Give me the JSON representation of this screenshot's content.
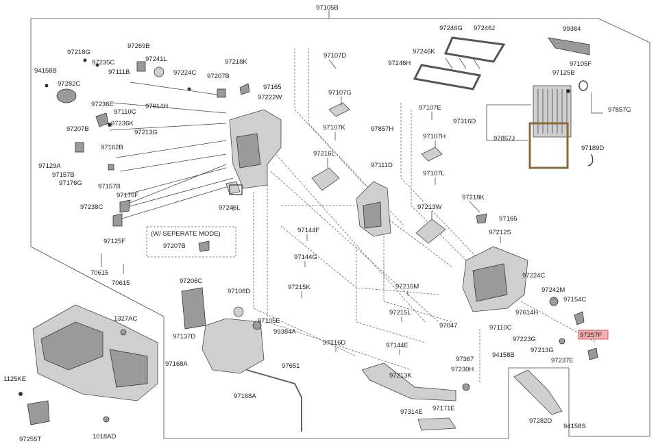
{
  "labels": {
    "l97105B": "97105B",
    "l97218G": "97218G",
    "l97269B": "97269B",
    "l97235C": "97235C",
    "l97241L": "97241L",
    "l94158B_a": "94158B",
    "l97111B": "97111B",
    "l97282C": "97282C",
    "l97224C_a": "97224C",
    "l97207B_a": "97207B",
    "l97218K_a": "97218K",
    "l97165_a": "97165",
    "l97222W": "97222W",
    "l97236E": "97236E",
    "l97110C_a": "97110C",
    "l97614H_a": "97614H",
    "l97236K": "97236K",
    "l97207B_b": "97207B",
    "l97213G_a": "97213G",
    "l97162B": "97162B",
    "l97129A": "97129A",
    "l97157B_a": "97157B",
    "l97176G": "97176G",
    "l97157B_b": "97157B",
    "l97176F": "97176F",
    "l97238C": "97238C",
    "l97125F": "97125F",
    "l97246L": "97246L",
    "l97107D": "97107D",
    "l97107G": "97107G",
    "l97107K": "97107K",
    "l97857H": "97857H",
    "l97216L": "97216L",
    "l97111D": "97111D",
    "l97107E": "97107E",
    "l97107H": "97107H",
    "l97107L": "97107L",
    "l97213W": "97213W",
    "l97246G": "97246G",
    "l97246J": "97246J",
    "l97246K": "97246K",
    "l97246H": "97246H",
    "l99384": "99384",
    "l97105F": "97105F",
    "l97125B": "97125B",
    "l97316D": "97316D",
    "l97857G": "97857G",
    "l97857J": "97857J",
    "l97189D": "97189D",
    "l97218K_b": "97218K",
    "l97165_b": "97165",
    "l97212S": "97212S",
    "l97144F": "97144F",
    "l97144G": "97144G",
    "l97215K": "97215K",
    "l97224C_b": "97224C",
    "l97242M": "97242M",
    "l97154C": "97154C",
    "l97216M": "97216M",
    "l97215L": "97215L",
    "l97614H_b": "97614H",
    "l97047": "97047",
    "l97110C_b": "97110C",
    "l97223G": "97223G",
    "l97257F": "97257F",
    "l94158B_b": "94158B",
    "l97213G_b": "97213G",
    "l97237E": "97237E",
    "l97144E": "97144E",
    "l97216D": "97216D",
    "l97367": "97367",
    "l97230H": "97230H",
    "l97206C": "97206C",
    "l97108D": "97108D",
    "l97105E": "97105E",
    "l99384A": "99384A",
    "l97137D": "97137D",
    "l97168A_a": "97168A",
    "l97651": "97651",
    "l97168A_b": "97168A",
    "l97213K": "97213K",
    "l97314E": "97314E",
    "l97171E": "97171E",
    "l97282D": "97282D",
    "l94158S": "94158S",
    "l1327AC": "1327AC",
    "l1125KE": "1125KE",
    "l97255T": "97255T",
    "l1018AD": "1018AD",
    "l70615_a": "70615",
    "l70615_b": "70615",
    "sep_mode": "(W/ SEPERATE MODE)",
    "l97207B_c": "97207B"
  },
  "colors": {
    "highlight_fill": "#f4b0b0",
    "highlight_border": "#d43a3a",
    "line": "#444444"
  }
}
